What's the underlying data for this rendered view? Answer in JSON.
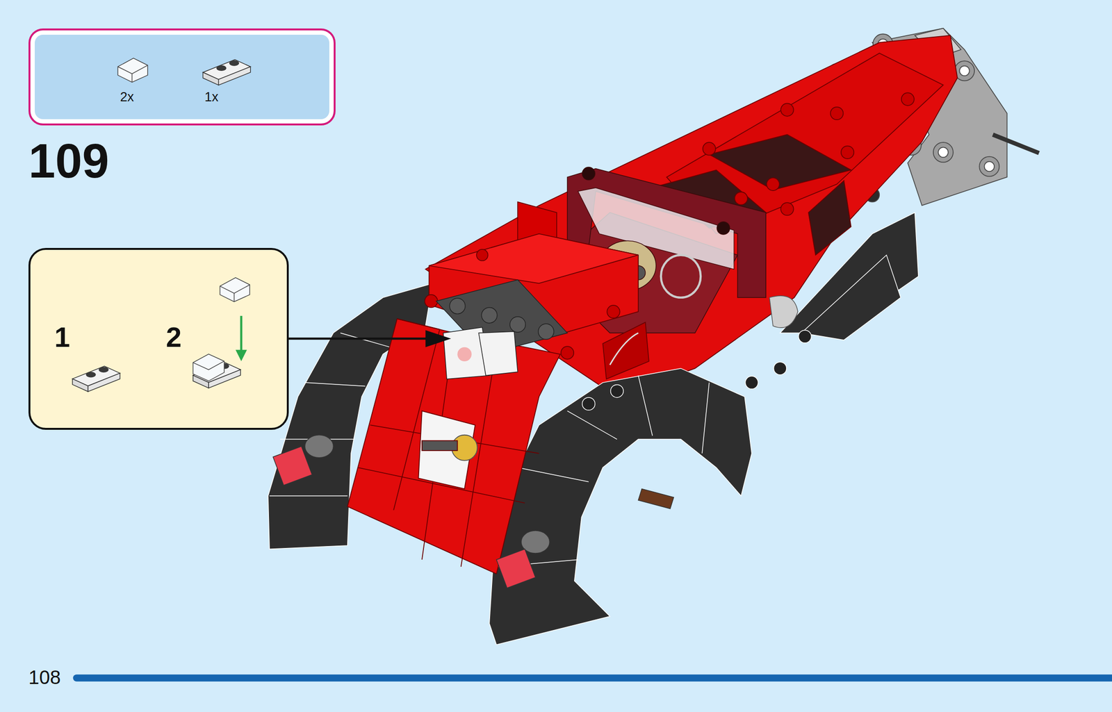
{
  "diagram": {
    "nodes": [
      {
        "text": [
          "2x",
          "1x"
        ]
      },
      {
        "text": [
          "1",
          "2"
        ]
      }
    ],
    "labels": [
      "109",
      "108"
    ]
  }
}
